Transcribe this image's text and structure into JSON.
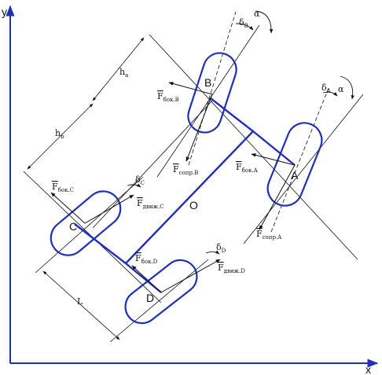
{
  "axes": {
    "x": "x",
    "y": "y"
  },
  "center": "O",
  "wheels": {
    "A": {
      "label": "A",
      "delta": "δ",
      "delta_sub": "A",
      "alpha": "α",
      "f_bok": "F",
      "f_bok_sub": "бок.A",
      "f_sopr": "F",
      "f_sopr_sub": "сопр.A"
    },
    "B": {
      "label": "B",
      "delta": "δ",
      "delta_sub": "B",
      "alpha": "α",
      "f_bok": "F",
      "f_bok_sub": "бок.B",
      "f_sopr": "F",
      "f_sopr_sub": "сопр.B"
    },
    "C": {
      "label": "C",
      "delta": "δ",
      "delta_sub": "C",
      "f_bok": "F",
      "f_bok_sub": "бок.C",
      "f_dvizh": "F",
      "f_dvizh_sub": "движ.C"
    },
    "D": {
      "label": "D",
      "delta": "δ",
      "delta_sub": "D",
      "f_bok": "F",
      "f_bok_sub": "бок.D",
      "f_dvizh": "F",
      "f_dvizh_sub": "движ.D"
    }
  },
  "dimensions": {
    "h_a": "h",
    "h_a_sub": "a",
    "h_b": "h",
    "h_b_sub": "b",
    "L": "L"
  },
  "colors": {
    "frame": "#1f2fb8",
    "axis": "#1f2fb8",
    "ink": "#111111"
  }
}
